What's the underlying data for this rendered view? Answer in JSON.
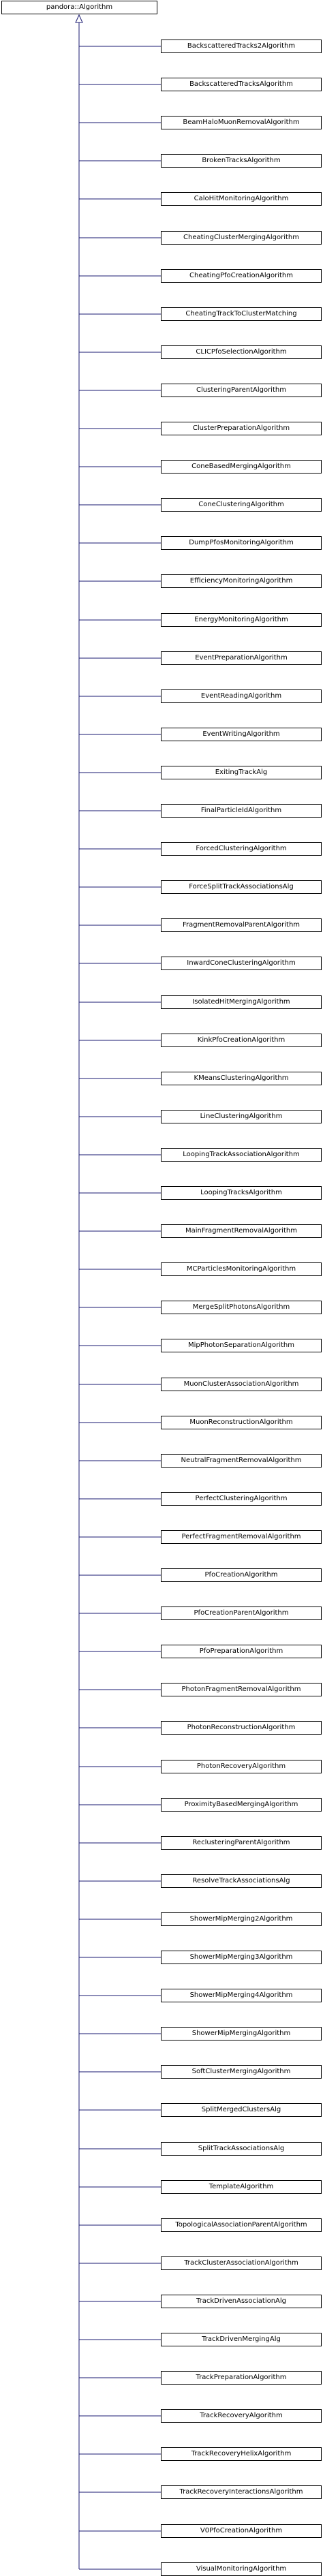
{
  "base_class": "pandora::Algorithm",
  "derived_classes": [
    "BackscatteredTracks2Algorithm",
    "BackscatteredTracksAlgorithm",
    "BeamHaloMuonRemovalAlgorithm",
    "BrokenTracksAlgorithm",
    "CaloHitMonitoringAlgorithm",
    "CheatingClusterMergingAlgorithm",
    "CheatingPfoCreationAlgorithm",
    "CheatingTrackToClusterMatching",
    "CLICPfoSelectionAlgorithm",
    "ClusteringParentAlgorithm",
    "ClusterPreparationAlgorithm",
    "ConeBasedMergingAlgorithm",
    "ConeClusteringAlgorithm",
    "DumpPfosMonitoringAlgorithm",
    "EfficiencyMonitoringAlgorithm",
    "EnergyMonitoringAlgorithm",
    "EventPreparationAlgorithm",
    "EventReadingAlgorithm",
    "EventWritingAlgorithm",
    "ExitingTrackAlg",
    "FinalParticleIdAlgorithm",
    "ForcedClusteringAlgorithm",
    "ForceSplitTrackAssociationsAlg",
    "FragmentRemovalParentAlgorithm",
    "InwardConeClusteringAlgorithm",
    "IsolatedHitMergingAlgorithm",
    "KinkPfoCreationAlgorithm",
    "KMeansClusteringAlgorithm",
    "LineClusteringAlgorithm",
    "LoopingTrackAssociationAlgorithm",
    "LoopingTracksAlgorithm",
    "MainFragmentRemovalAlgorithm",
    "MCParticlesMonitoringAlgorithm",
    "MergeSplitPhotonsAlgorithm",
    "MipPhotonSeparationAlgorithm",
    "MuonClusterAssociationAlgorithm",
    "MuonReconstructionAlgorithm",
    "NeutralFragmentRemovalAlgorithm",
    "PerfectClusteringAlgorithm",
    "PerfectFragmentRemovalAlgorithm",
    "PfoCreationAlgorithm",
    "PfoCreationParentAlgorithm",
    "PfoPreparationAlgorithm",
    "PhotonFragmentRemovalAlgorithm",
    "PhotonReconstructionAlgorithm",
    "PhotonRecoveryAlgorithm",
    "ProximityBasedMergingAlgorithm",
    "ReclusteringParentAlgorithm",
    "ResolveTrackAssociationsAlg",
    "ShowerMipMerging2Algorithm",
    "ShowerMipMerging3Algorithm",
    "ShowerMipMerging4Algorithm",
    "ShowerMipMergingAlgorithm",
    "SoftClusterMergingAlgorithm",
    "SplitMergedClustersAlg",
    "SplitTrackAssociationsAlg",
    "TemplateAlgorithm",
    "TopologicalAssociationParentAlgorithm",
    "TrackClusterAssociationAlgorithm",
    "TrackDrivenAssociationAlg",
    "TrackDrivenMergingAlg",
    "TrackPreparationAlgorithm",
    "TrackRecoveryAlgorithm",
    "TrackRecoveryHelixAlgorithm",
    "TrackRecoveryInteractionsAlgorithm",
    "V0PfoCreationAlgorithm",
    "VisualMonitoringAlgorithm"
  ],
  "colors": {
    "inheritance_line": "#191970",
    "box_border": "#000000",
    "box_fill": "#ffffff",
    "text": "#000000"
  }
}
